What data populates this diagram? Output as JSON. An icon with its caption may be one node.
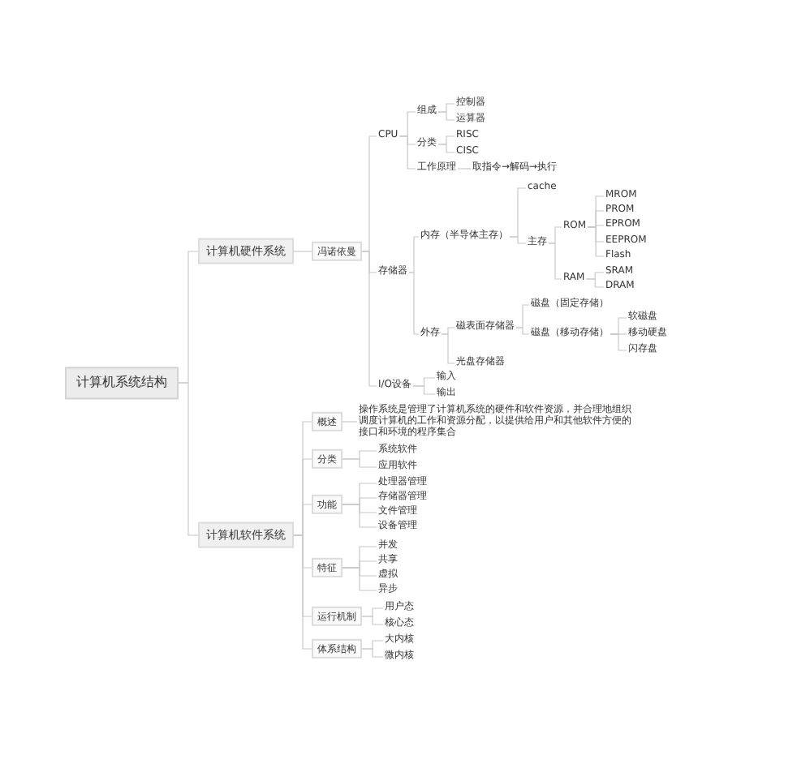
{
  "diagram": {
    "nodes": [
      {
        "text": [
          "计算机系统结构"
        ]
      },
      {
        "text": [
          "计算机硬件系统"
        ]
      },
      {
        "text": [
          "冯诺依曼"
        ]
      },
      {
        "text": [
          "CPU"
        ]
      },
      {
        "text": [
          "组成"
        ]
      },
      {
        "text": [
          "控制器"
        ]
      },
      {
        "text": [
          "运算器"
        ]
      },
      {
        "text": [
          "分类"
        ]
      },
      {
        "text": [
          "RISC"
        ]
      },
      {
        "text": [
          "CISC"
        ]
      },
      {
        "text": [
          "工作原理"
        ]
      },
      {
        "text": [
          "取指令→解码→执行"
        ]
      },
      {
        "text": [
          "存储器"
        ]
      },
      {
        "text": [
          "内存（半导体主存）"
        ]
      },
      {
        "text": [
          "cache"
        ]
      },
      {
        "text": [
          "主存"
        ]
      },
      {
        "text": [
          "ROM"
        ]
      },
      {
        "text": [
          "MROM"
        ]
      },
      {
        "text": [
          "PROM"
        ]
      },
      {
        "text": [
          "EPROM"
        ]
      },
      {
        "text": [
          "EEPROM"
        ]
      },
      {
        "text": [
          "Flash"
        ]
      },
      {
        "text": [
          "RAM"
        ]
      },
      {
        "text": [
          "SRAM"
        ]
      },
      {
        "text": [
          "DRAM"
        ]
      },
      {
        "text": [
          "外存"
        ]
      },
      {
        "text": [
          "磁表面存储器"
        ]
      },
      {
        "text": [
          "磁盘（固定存储）"
        ]
      },
      {
        "text": [
          "磁盘（移动存储）"
        ]
      },
      {
        "text": [
          "软磁盘"
        ]
      },
      {
        "text": [
          "移动硬盘"
        ]
      },
      {
        "text": [
          "闪存盘"
        ]
      },
      {
        "text": [
          "光盘存储器"
        ]
      },
      {
        "text": [
          "I/O设备"
        ]
      },
      {
        "text": [
          "输入"
        ]
      },
      {
        "text": [
          "输出"
        ]
      },
      {
        "text": [
          "计算机软件系统"
        ]
      },
      {
        "text": [
          "概述"
        ]
      },
      {
        "text": [
          "操作系统是管理了计算机系统的硬件和软件资源，并合理地组织调度计算机的工作和资源分配，以提供给用户和其他软件方便的接口和环境的程序集合"
        ]
      },
      {
        "text": [
          "分类"
        ]
      },
      {
        "text": [
          "系统软件"
        ]
      },
      {
        "text": [
          "应用软件"
        ]
      },
      {
        "text": [
          "功能"
        ]
      },
      {
        "text": [
          "处理器管理"
        ]
      },
      {
        "text": [
          "存储器管理"
        ]
      },
      {
        "text": [
          "文件管理"
        ]
      },
      {
        "text": [
          "设备管理"
        ]
      },
      {
        "text": [
          "特征"
        ]
      },
      {
        "text": [
          "并发"
        ]
      },
      {
        "text": [
          "共享"
        ]
      },
      {
        "text": [
          "虚拟"
        ]
      },
      {
        "text": [
          "异步"
        ]
      },
      {
        "text": [
          "运行机制"
        ]
      },
      {
        "text": [
          "用户态"
        ]
      },
      {
        "text": [
          "核心态"
        ]
      },
      {
        "text": [
          "体系结构"
        ]
      },
      {
        "text": [
          "大内核"
        ]
      },
      {
        "text": [
          "微内核"
        ]
      }
    ],
    "edges": [
      {
        "from": 0,
        "to": 1,
        "arrow": "none"
      },
      {
        "from": 1,
        "to": 2,
        "arrow": "none"
      },
      {
        "from": 2,
        "to": 3,
        "arrow": "none"
      },
      {
        "from": 3,
        "to": 4,
        "arrow": "none"
      },
      {
        "from": 4,
        "to": 5,
        "arrow": "none"
      },
      {
        "from": 4,
        "to": 6,
        "arrow": "none"
      },
      {
        "from": 3,
        "to": 7,
        "arrow": "none"
      },
      {
        "from": 7,
        "to": 8,
        "arrow": "none"
      },
      {
        "from": 7,
        "to": 9,
        "arrow": "none"
      },
      {
        "from": 3,
        "to": 10,
        "arrow": "none"
      },
      {
        "from": 10,
        "to": 11,
        "arrow": "none"
      },
      {
        "from": 2,
        "to": 12,
        "arrow": "none"
      },
      {
        "from": 12,
        "to": 13,
        "arrow": "none"
      },
      {
        "from": 13,
        "to": 14,
        "arrow": "none"
      },
      {
        "from": 13,
        "to": 15,
        "arrow": "none"
      },
      {
        "from": 15,
        "to": 16,
        "arrow": "none"
      },
      {
        "from": 16,
        "to": 17,
        "arrow": "none"
      },
      {
        "from": 16,
        "to": 18,
        "arrow": "none"
      },
      {
        "from": 16,
        "to": 19,
        "arrow": "none"
      },
      {
        "from": 16,
        "to": 20,
        "arrow": "none"
      },
      {
        "from": 16,
        "to": 21,
        "arrow": "none"
      },
      {
        "from": 15,
        "to": 22,
        "arrow": "none"
      },
      {
        "from": 22,
        "to": 23,
        "arrow": "none"
      },
      {
        "from": 22,
        "to": 24,
        "arrow": "none"
      },
      {
        "from": 12,
        "to": 25,
        "arrow": "none"
      },
      {
        "from": 25,
        "to": 26,
        "arrow": "none"
      },
      {
        "from": 26,
        "to": 27,
        "arrow": "none"
      },
      {
        "from": 26,
        "to": 28,
        "arrow": "none"
      },
      {
        "from": 28,
        "to": 29,
        "arrow": "none"
      },
      {
        "from": 28,
        "to": 30,
        "arrow": "none"
      },
      {
        "from": 28,
        "to": 31,
        "arrow": "none"
      },
      {
        "from": 25,
        "to": 32,
        "arrow": "none"
      },
      {
        "from": 2,
        "to": 33,
        "arrow": "none"
      },
      {
        "from": 33,
        "to": 34,
        "arrow": "none"
      },
      {
        "from": 33,
        "to": 35,
        "arrow": "none"
      },
      {
        "from": 0,
        "to": 36,
        "arrow": "none"
      },
      {
        "from": 36,
        "to": 37,
        "arrow": "none"
      },
      {
        "from": 37,
        "to": 38,
        "arrow": "none"
      },
      {
        "from": 36,
        "to": 39,
        "arrow": "none"
      },
      {
        "from": 39,
        "to": 40,
        "arrow": "none"
      },
      {
        "from": 39,
        "to": 41,
        "arrow": "none"
      },
      {
        "from": 36,
        "to": 42,
        "arrow": "none"
      },
      {
        "from": 42,
        "to": 43,
        "arrow": "none"
      },
      {
        "from": 42,
        "to": 44,
        "arrow": "none"
      },
      {
        "from": 42,
        "to": 45,
        "arrow": "none"
      },
      {
        "from": 42,
        "to": 46,
        "arrow": "none"
      },
      {
        "from": 36,
        "to": 47,
        "arrow": "none"
      },
      {
        "from": 47,
        "to": 48,
        "arrow": "none"
      },
      {
        "from": 47,
        "to": 49,
        "arrow": "none"
      },
      {
        "from": 47,
        "to": 50,
        "arrow": "none"
      },
      {
        "from": 47,
        "to": 51,
        "arrow": "none"
      },
      {
        "from": 36,
        "to": 52,
        "arrow": "none"
      },
      {
        "from": 52,
        "to": 53,
        "arrow": "none"
      },
      {
        "from": 52,
        "to": 54,
        "arrow": "none"
      },
      {
        "from": 36,
        "to": 55,
        "arrow": "none"
      },
      {
        "from": 55,
        "to": 56,
        "arrow": "none"
      },
      {
        "from": 55,
        "to": 57,
        "arrow": "none"
      }
    ]
  }
}
